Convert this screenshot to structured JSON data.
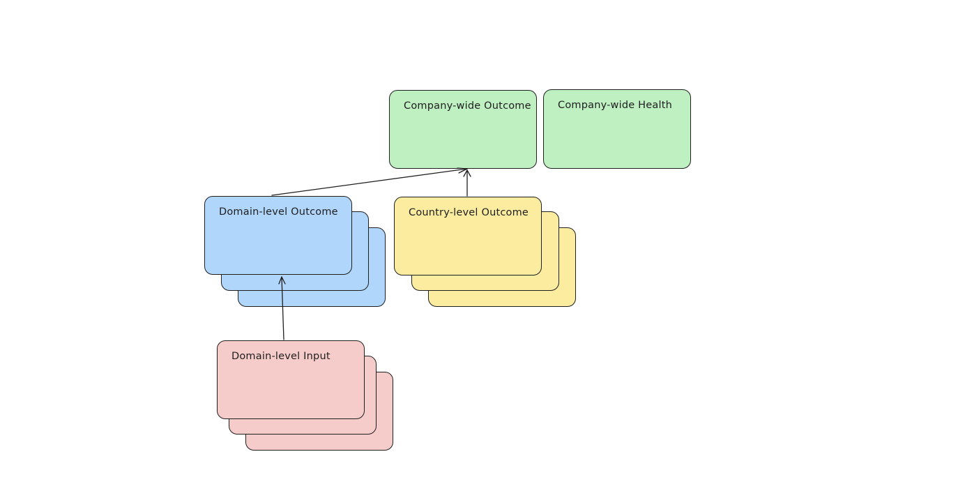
{
  "diagram": {
    "nodes": {
      "company_outcome": {
        "label": "Company-wide Outcome",
        "color": "#bff0c2"
      },
      "company_health": {
        "label": "Company-wide Health",
        "color": "#bff0c2"
      },
      "domain_outcome": {
        "label": "Domain-level Outcome",
        "color": "#b1d6fb",
        "stacked": true
      },
      "country_outcome": {
        "label": "Country-level Outcome",
        "color": "#fcec9f",
        "stacked": true
      },
      "domain_input": {
        "label": "Domain-level Input",
        "color": "#f6cccb",
        "stacked": true
      }
    },
    "edges": [
      {
        "from": "domain_outcome",
        "to": "company_outcome"
      },
      {
        "from": "country_outcome",
        "to": "company_outcome"
      },
      {
        "from": "domain_input",
        "to": "domain_outcome"
      }
    ]
  }
}
